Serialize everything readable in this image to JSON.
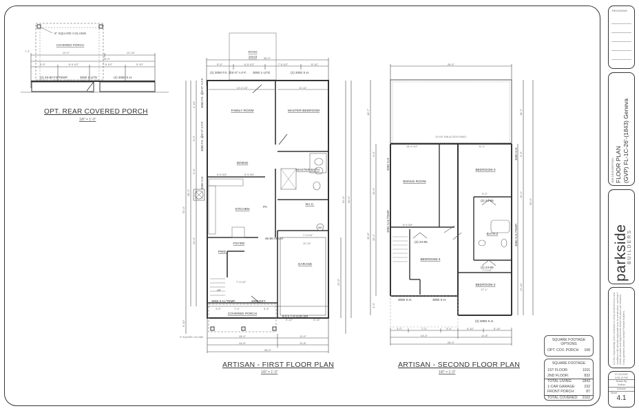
{
  "sheet": {
    "border_color": "#333333"
  },
  "rear_porch": {
    "title": "OPT. REAR COVERED PORCH",
    "scale": "1/8\" = 1'-0\"",
    "column_note": "8\" SQUARE COLUMN",
    "room_label": "COVERED PORCH",
    "dims_top": [
      "14'-0\"",
      "12'-10\""
    ],
    "dim_overall": "26'-0\"",
    "dims_segments": [
      "5'-9\"",
      "6'-9 1/2\"",
      "7'-5 1/2\"",
      "5'-10\""
    ],
    "dim_side": "7'-3\"",
    "windows": [
      "(2) 26-80 FX/TEMP.",
      "3080 1-LITE",
      "(2) 3050 S.H."
    ]
  },
  "first_floor": {
    "title": "ARTISAN - FIRST FLOOR PLAN",
    "scale": "1/8\" = 1'-0\"",
    "patio": {
      "label": "PATIO",
      "size": "10x10"
    },
    "rooms": [
      "FAMILY ROOM",
      "MASTER BEDROOM",
      "DINING",
      "MASTER BATH",
      "KITCHEN",
      "W.I.C.",
      "PWD.",
      "FOYER",
      "GARAGE",
      "COVERED PORCH",
      "PA"
    ],
    "dims_top_overall": "26'-0\"",
    "dims_top_segments": [
      "5'-9\"",
      "6'-9 1/2\"",
      "7'-5 1/2\"",
      "5'-10\""
    ],
    "windows_top": [
      "(2) 3050 FX. @6'-0\" A.F.F.",
      "3080 1-LITE",
      "(2) 3050 S.H."
    ],
    "windows_left": [
      "3050 FX. @6'-0\" A.F.F.",
      "3050 FX. @6'-0\" A.F.F.",
      "3050 S.H."
    ],
    "windows_bottom": [
      "3050 S.H./TEMP.",
      "3080 EXT.",
      "8-0 x 7-0 GAR.DR."
    ],
    "arch": "46-80 ARCH",
    "room_dims": [
      "14'-0 1/2\"",
      "11'-11\"",
      "9'-6 3/4\"",
      "9'-5 3/4\"",
      "7'-3 1/2\"",
      "7'-3 1/2\"",
      "11'-11\""
    ],
    "dims_bottom_row1": [
      "4'-0\"",
      "7'-2\"",
      "3'-4\"",
      "5'-10\"",
      "5'-10\""
    ],
    "dims_bottom_row2": [
      "15'-0\"",
      "11'-0\""
    ],
    "dims_bottom_row3": [
      "14'-8\"",
      "11'-8\""
    ],
    "dims_bottom_overall": "26'-0\"",
    "dims_left": [
      "52'-0\"",
      "45'-2\"",
      "5'-10\"",
      "6'-0\"",
      "5'-0\"",
      "20'-0\"",
      "6'-10\""
    ],
    "dims_right": [
      "52'-0\"",
      "50'-0\"",
      "22'-6\""
    ],
    "column_note": "8\" SQUARE COLUMN",
    "stair_label": "UP",
    "wh_label": "WH"
  },
  "second_floor": {
    "title": "ARTISAN - SECOND FLOOR PLAN",
    "scale": "1/8\" = 1'-0\"",
    "attic_note": "24\"x30\" MIN ACCESS PANEL",
    "rooms": [
      "BONUS ROOM",
      "BEDROOM-3",
      "BATH-2",
      "BEDROOM-4",
      "BEDROOM-2"
    ],
    "closets": [
      "(2) 24-65",
      "(2) 24-65",
      "(2) 24-65"
    ],
    "windows_left": [
      "3050 S.H.",
      "3050 S.H./TEMP."
    ],
    "windows_right": [
      "3050 S.H.",
      "3050 S.H./TEMP."
    ],
    "windows_bottom": [
      "3050 S.H.",
      "3050 S.H.",
      "(2) 3050 S.H."
    ],
    "room_dims": [
      "14'-0 1/2\"",
      "11'-1\"",
      "9'-2\"",
      "9'-6 3/4\"",
      "7'-3 1/2\"",
      "17'-1\""
    ],
    "dims_top_overall": "26'-0\"",
    "dims_bottom_row1": [
      "4'-0\"",
      "7'-0\"",
      "3'-4\"",
      "5'-10\"",
      "5'-10\""
    ],
    "dims_bottom_row2": [
      "14'-4\"",
      "11'-8\""
    ],
    "dims_bottom_overall": "26'-0\"",
    "dims_left": [
      "18'-7\"",
      "4'-4\"",
      "15'-0\"",
      "15'-1\"",
      "4'-0\"",
      "33'-8\"",
      "50'-0\""
    ],
    "dims_right": [
      "18'-7\"",
      "3'-3\"",
      "15'-2\"",
      "50'-0\"",
      "17'-11\"",
      "34'-8\""
    ]
  },
  "square_footage_options": {
    "title_line1": "SQUARE FOOTAGE",
    "title_line2": "OPTIONS",
    "rows": [
      {
        "label": "OPT. COV. PORCH",
        "value": "168"
      }
    ]
  },
  "square_footage": {
    "title": "SQUARE FOOTAGE",
    "rows": [
      {
        "label": "1ST FLOOR:",
        "value": "1011"
      },
      {
        "label": "2ND FLOOR:",
        "value": "832"
      },
      {
        "label": "TOTAL LIVING:",
        "value": "1843"
      },
      {
        "label": "1-CAR GARAGE:",
        "value": "232"
      },
      {
        "label": "FRONT PORCH:",
        "value": "87"
      },
      {
        "label": "TOTAL COVERED:",
        "value": "2162"
      }
    ]
  },
  "title_block": {
    "revisions_label": "REVISIONS",
    "job_description_label": "JOB DESCRIPTION:",
    "job_line1": "FLOOR PLAN",
    "job_line2": "(GVP) FL-1C-26'-(1843) Geneva",
    "brand_name": "parkside",
    "brand_sub": "BUILDERS",
    "disclaimer": "It is the responsibility of the contractor to verify all dimensions and conditions with all trade applicable prior to construction, and that it meets all codes and requirements before the plans are released. If any questions please contact Parkside Builders.",
    "info_rows": [
      "07-03-2020",
      "5:05:13 PM",
      "Drawn By",
      "Author",
      "Checker",
      "Sheet"
    ],
    "sheet_number": "4.1"
  }
}
